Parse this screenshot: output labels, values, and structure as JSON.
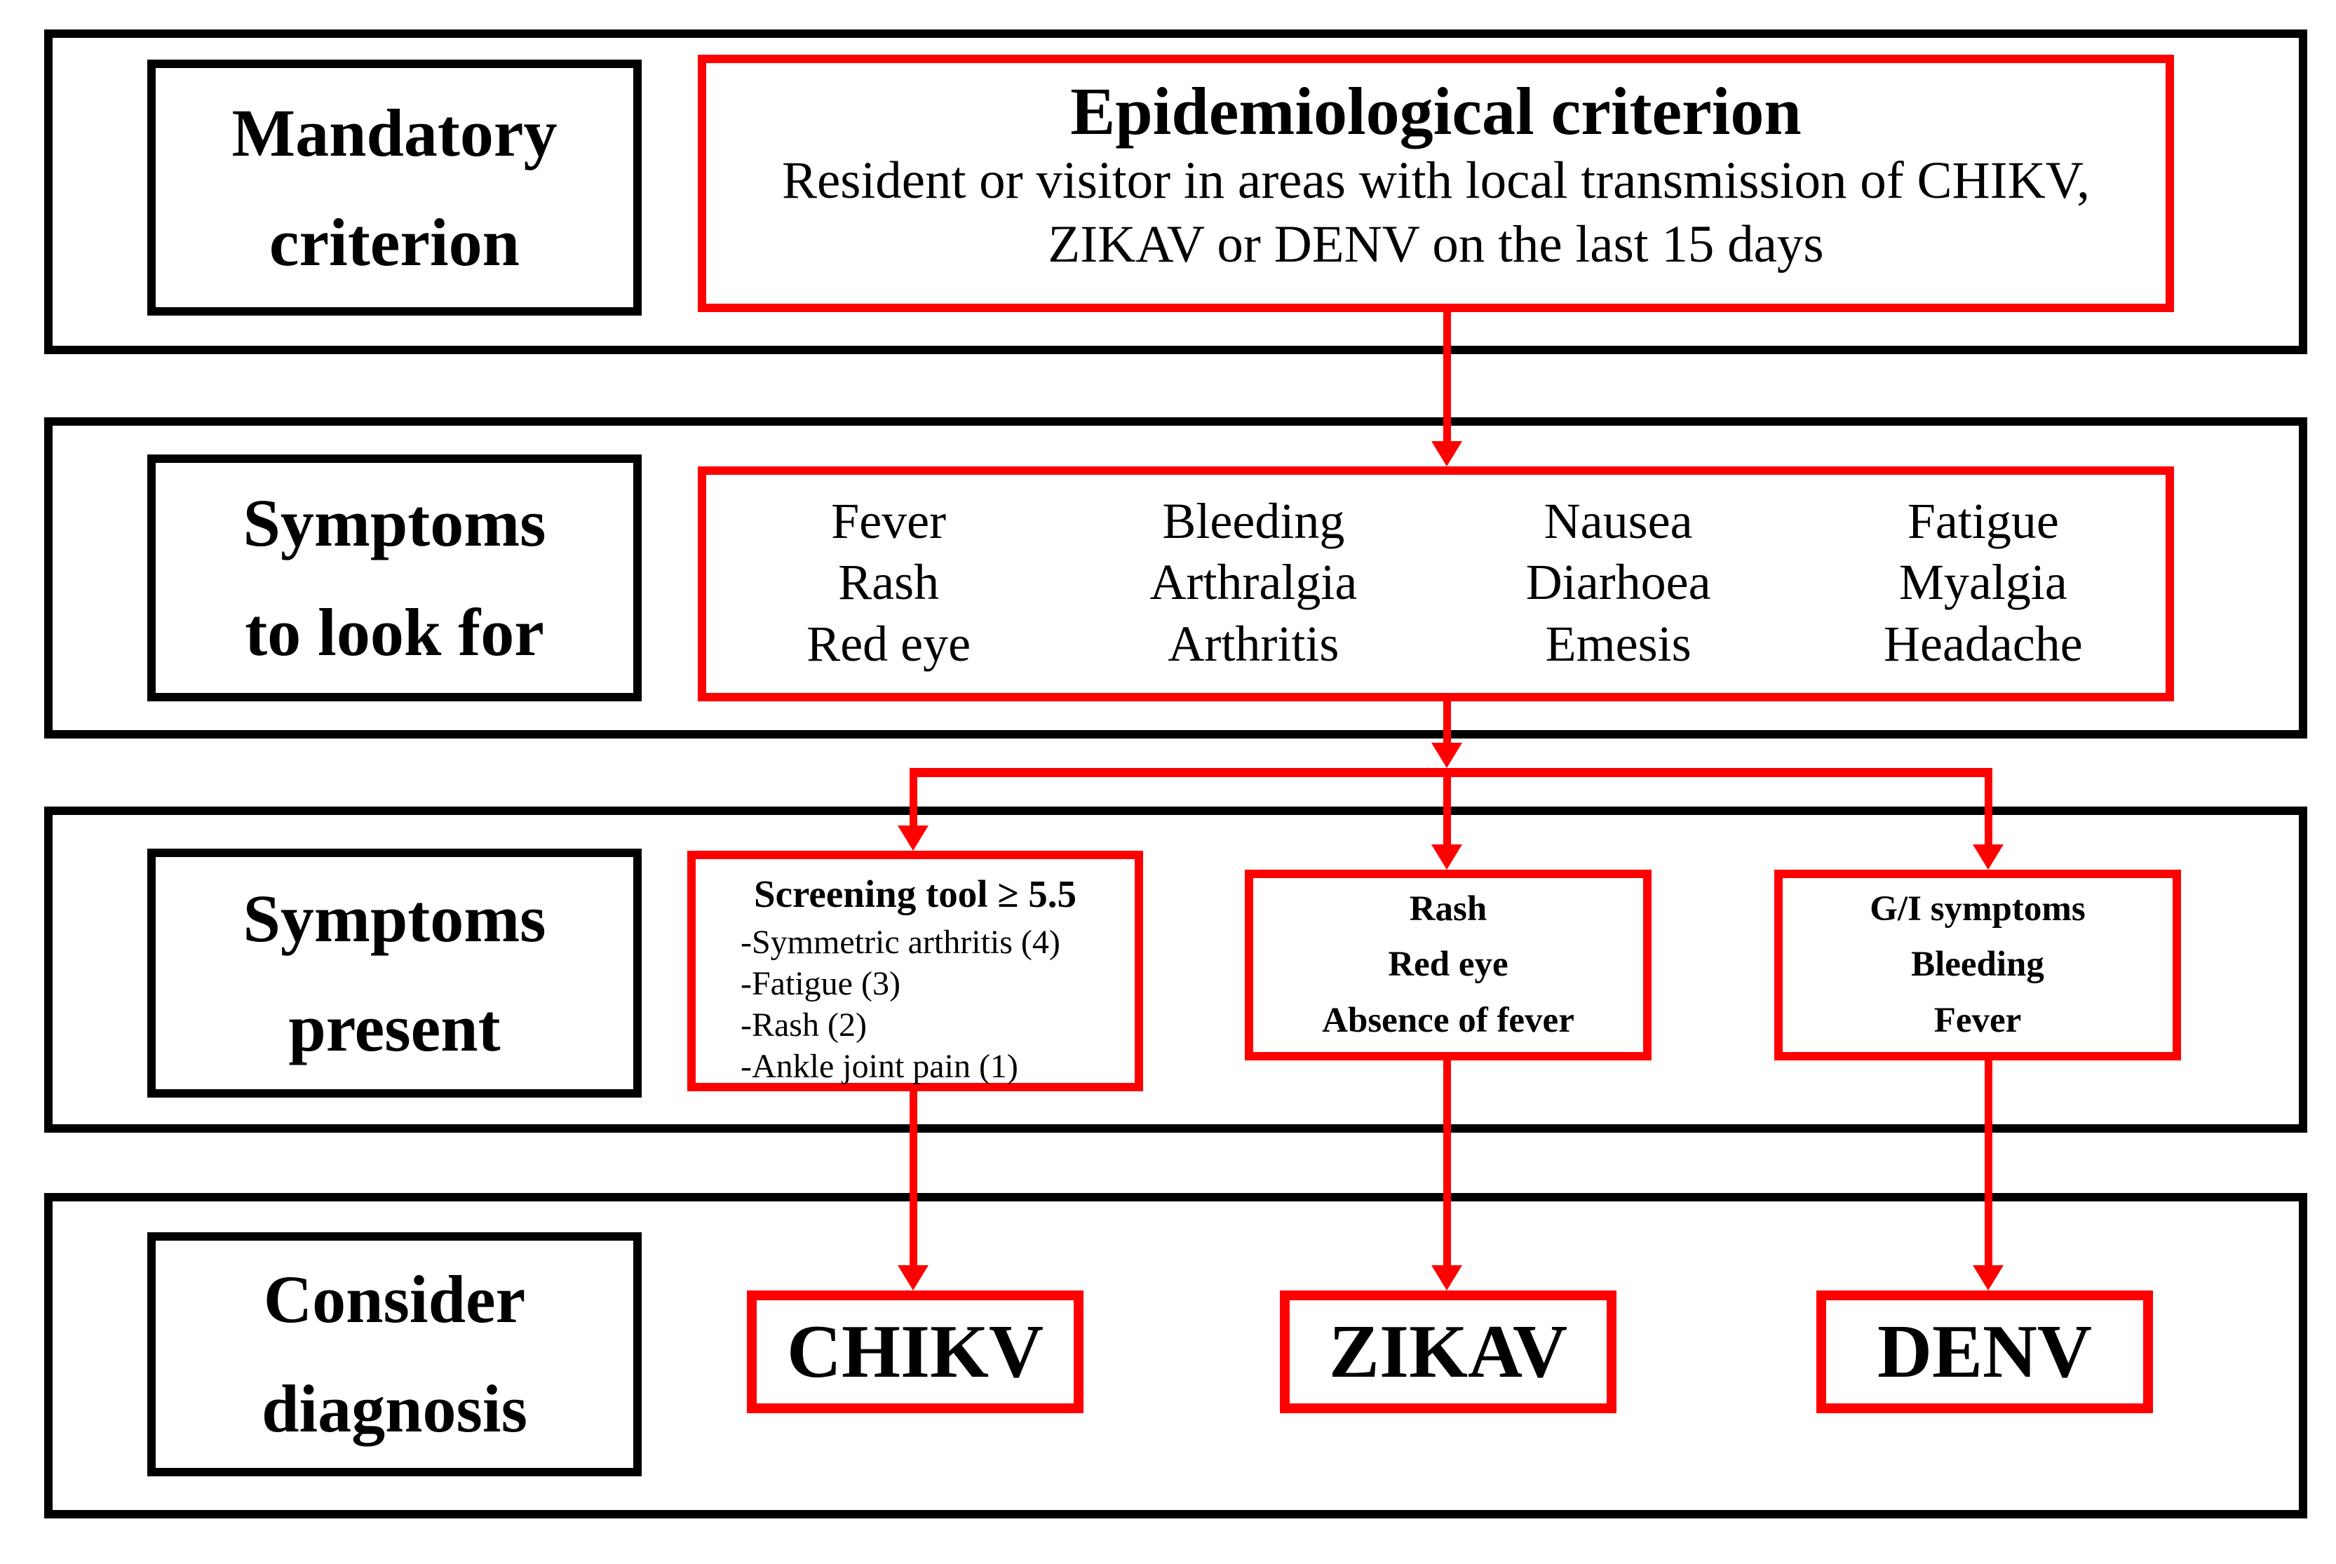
{
  "diagram": {
    "band1": {
      "label": [
        "Mandatory",
        "criterion"
      ],
      "epi_box": {
        "title": "Epidemiological criterion",
        "body": [
          "Resident or visitor in areas with local transmission of CHIKV,",
          "ZIKAV or DENV on the last 15 days"
        ]
      }
    },
    "band2": {
      "label": [
        "Symptoms",
        "to look for"
      ],
      "symptoms": [
        "Fever",
        "Bleeding",
        "Nausea",
        "Fatigue",
        "Rash",
        "Arthralgia",
        "Diarhoea",
        "Myalgia",
        "Red eye",
        "Arthritis",
        "Emesis",
        "Headache"
      ]
    },
    "band3": {
      "label": [
        "Symptoms",
        "present"
      ],
      "screening_box": {
        "title": "Screening tool ≥ 5.5",
        "items": [
          "-Symmetric arthritis (4)",
          "-Fatigue (3)",
          "-Rash (2)",
          "-Ankle joint pain (1)"
        ]
      },
      "zikav_box": [
        "Rash",
        "Red eye",
        "Absence of fever"
      ],
      "denv_box": [
        "G/I symptoms",
        "Bleeding",
        "Fever"
      ]
    },
    "band4": {
      "label": [
        "Consider",
        "diagnosis"
      ],
      "diagnoses": [
        "CHIKV",
        "ZIKAV",
        "DENV"
      ]
    }
  },
  "colors": {
    "accent_red": "#FF0000",
    "line_black": "#000000"
  }
}
